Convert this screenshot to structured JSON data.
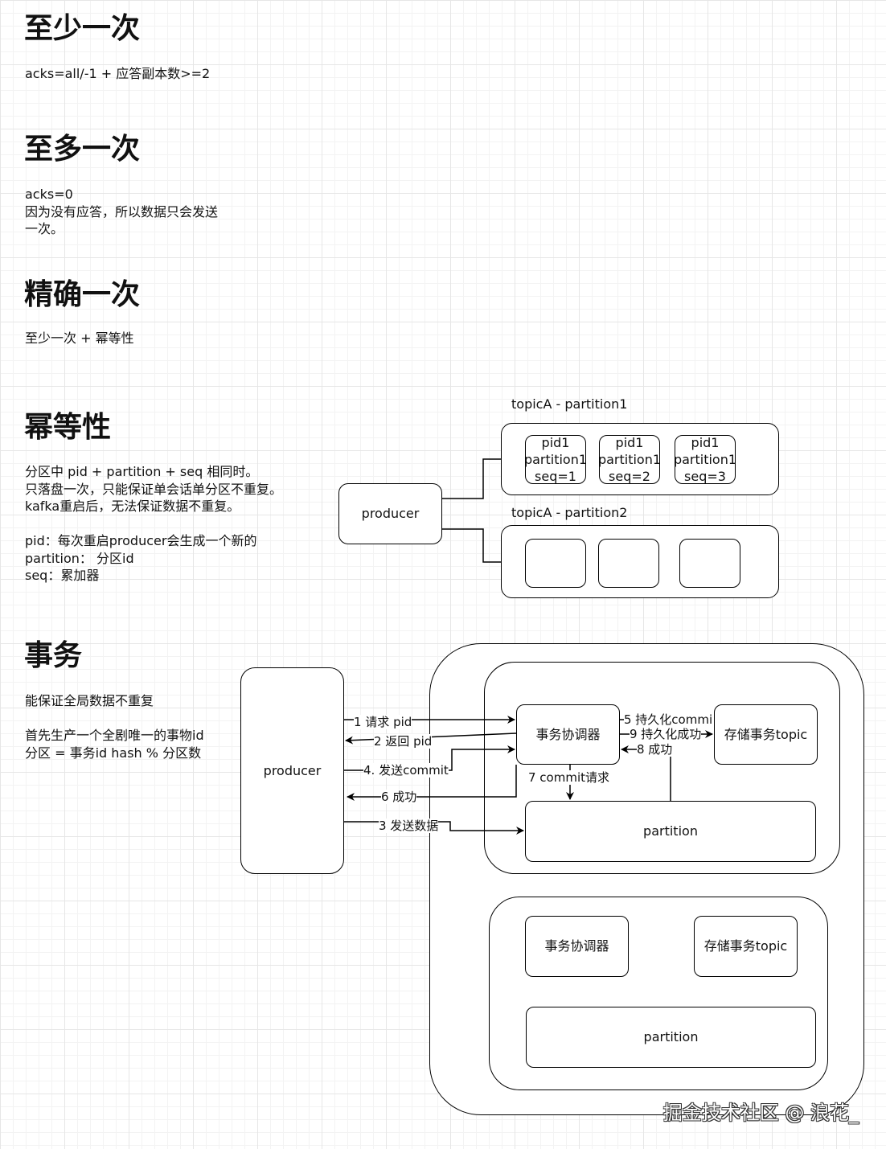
{
  "sections": {
    "at_least_once": {
      "title": "至少一次",
      "lines": [
        "acks=all/-1 + 应答副本数>=2"
      ]
    },
    "at_most_once": {
      "title": "至多一次",
      "lines": [
        "acks=0",
        "因为没有应答，所以数据只会发送",
        "一次。"
      ]
    },
    "exactly_once": {
      "title": "精确一次",
      "lines": [
        "至少一次 + 幂等性"
      ]
    },
    "idempotence": {
      "title": "幂等性",
      "lines": [
        "分区中 pid + partition + seq 相同时。",
        "只落盘一次，只能保证单会话单分区不重复。",
        "kafka重启后，无法保证数据不重复。",
        "",
        "pid：每次重启producer会生成一个新的",
        "partition： 分区id",
        "seq：累加器"
      ]
    },
    "transaction": {
      "title": "事务",
      "lines": [
        "能保证全局数据不重复",
        "",
        "首先生产一个全剧唯一的事物id",
        "分区 = 事务id hash % 分区数"
      ]
    }
  },
  "idem_diagram": {
    "producer": "producer",
    "topic1_label": "topicA - partition1",
    "topic2_label": "topicA - partition2",
    "messages": [
      [
        "pid1",
        "partition1",
        "seq=1"
      ],
      [
        "pid1",
        "partition1",
        "seq=2"
      ],
      [
        "pid1",
        "partition1",
        "seq=3"
      ]
    ]
  },
  "txn_diagram": {
    "producer": "producer",
    "coordinator": "事务协调器",
    "txn_topic": "存储事务topic",
    "partition": "partition",
    "coordinator2": "事务协调器",
    "txn_topic2": "存储事务topic",
    "partition2": "partition",
    "edges": {
      "e1": "1 请求 pid",
      "e2": "2 返回 pid",
      "e3": "3 发送数据",
      "e4": "4. 发送commit",
      "e5": "5 持久化commi",
      "e6": "6 成功",
      "e7": "7 commit请求",
      "e8": "8 成功",
      "e9": "9 持久化成功"
    }
  },
  "watermark": "掘金技术社区 @ 浪花_"
}
